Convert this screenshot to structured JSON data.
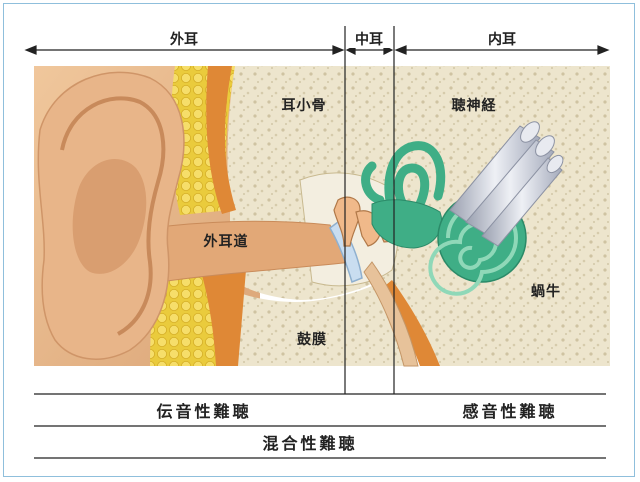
{
  "regions": {
    "outer": "外耳",
    "middle": "中耳",
    "inner": "内耳"
  },
  "parts": {
    "ossicles": "耳小骨",
    "auditory_nerve": "聴神経",
    "ear_canal": "外耳道",
    "cochlea": "蝸牛",
    "eardrum": "鼓膜"
  },
  "hearing_loss": {
    "conductive": "伝音性難聴",
    "sensorineural": "感音性難聴",
    "mixed": "混合性難聴"
  },
  "colors": {
    "skin": "#e9b98c",
    "bone": "#ece3c9",
    "fat": "#f2d24a",
    "muscle": "#e08a3a",
    "cochlea": "#3fae86",
    "nerve": "#c9ccd6",
    "frame": "#8fbfdc"
  }
}
